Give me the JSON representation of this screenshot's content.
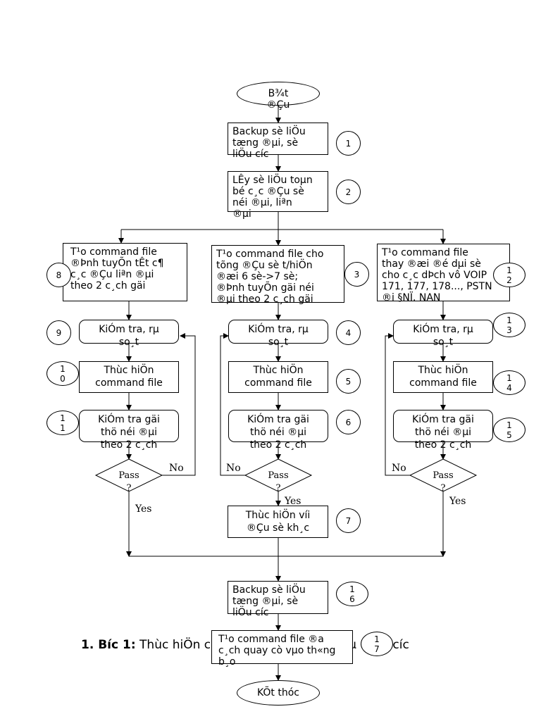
{
  "flowchart": {
    "start": "B¾t\n®Çu",
    "end": "KÕt thóc",
    "steps": {
      "s1": "Backup sè liÖu\ntæng ®µi, sè\nliÖu cíc",
      "s2": "LÊy sè liÖu toµn\nbé c¸c ®Çu sè\nnéi ®µi, liªn\n®µi",
      "s_left": "T¹o command file\n®Þnh tuyÕn tÊt c¶\nc¸c ®Çu liªn ®µi\ntheo 2 c¸ch gäi",
      "s_mid": "T¹o command file cho\ntõng ®Çu sè t/hiÖn\n®æi 6 sè->7 sè;\n®Þnh tuyÕn gäi néi\n®µi theo 2 c¸ch gäi",
      "s_right": "T¹o command file\nthay ®æi ®é dµi sè\ncho c¸c dÞch vô VOIP\n171, 177, 178..., PSTN\n®i §NÏ. NAN",
      "check_left": "KiÓm tra, rµ\nso¸t",
      "check_mid": "KiÓm tra, rµ\nso¸t",
      "check_right": "KiÓm tra, rµ\nso¸t",
      "exec_left": "Thùc hiÖn\ncommand file",
      "exec_mid": "Thùc hiÖn\ncommand file",
      "exec_right": "Thùc hiÖn\ncommand file",
      "test_left": "KiÓm tra gäi\nthö néi ®µi\ntheo 2 c¸ch",
      "test_mid": "KiÓm tra gäi\nthö néi ®µi\ntheo 2 c¸ch",
      "test_right": "KiÓm tra gäi\nthö néi ®µi\ntheo 2 c¸ch",
      "exec7": "Thùc hiÖn víi\n®Çu sè kh¸c",
      "s16": "Backup sè liÖu\ntæng ®µi, sè\nliÖu cíc",
      "s17": "T¹o command file ®a\nc¸ch quay cò vµo th«ng\nb¸o"
    },
    "decisions": {
      "left": "Pass\n?",
      "mid": "Pass\n?",
      "right": "Pass\n?"
    },
    "branch_labels": {
      "yes": "Yes",
      "no": "No"
    },
    "step_numbers": [
      "1",
      "2",
      "3",
      "4",
      "5",
      "6",
      "7",
      "8",
      "9",
      "1\n0",
      "1\n1",
      "1\n2",
      "1\n3",
      "1\n4",
      "1\n5",
      "1\n6",
      "1\n7"
    ]
  },
  "paragraph": {
    "bold": "1. Bíc 1:",
    "text_left": " Thùc hiÖn c",
    "text_right": "vµ copy cíc"
  }
}
